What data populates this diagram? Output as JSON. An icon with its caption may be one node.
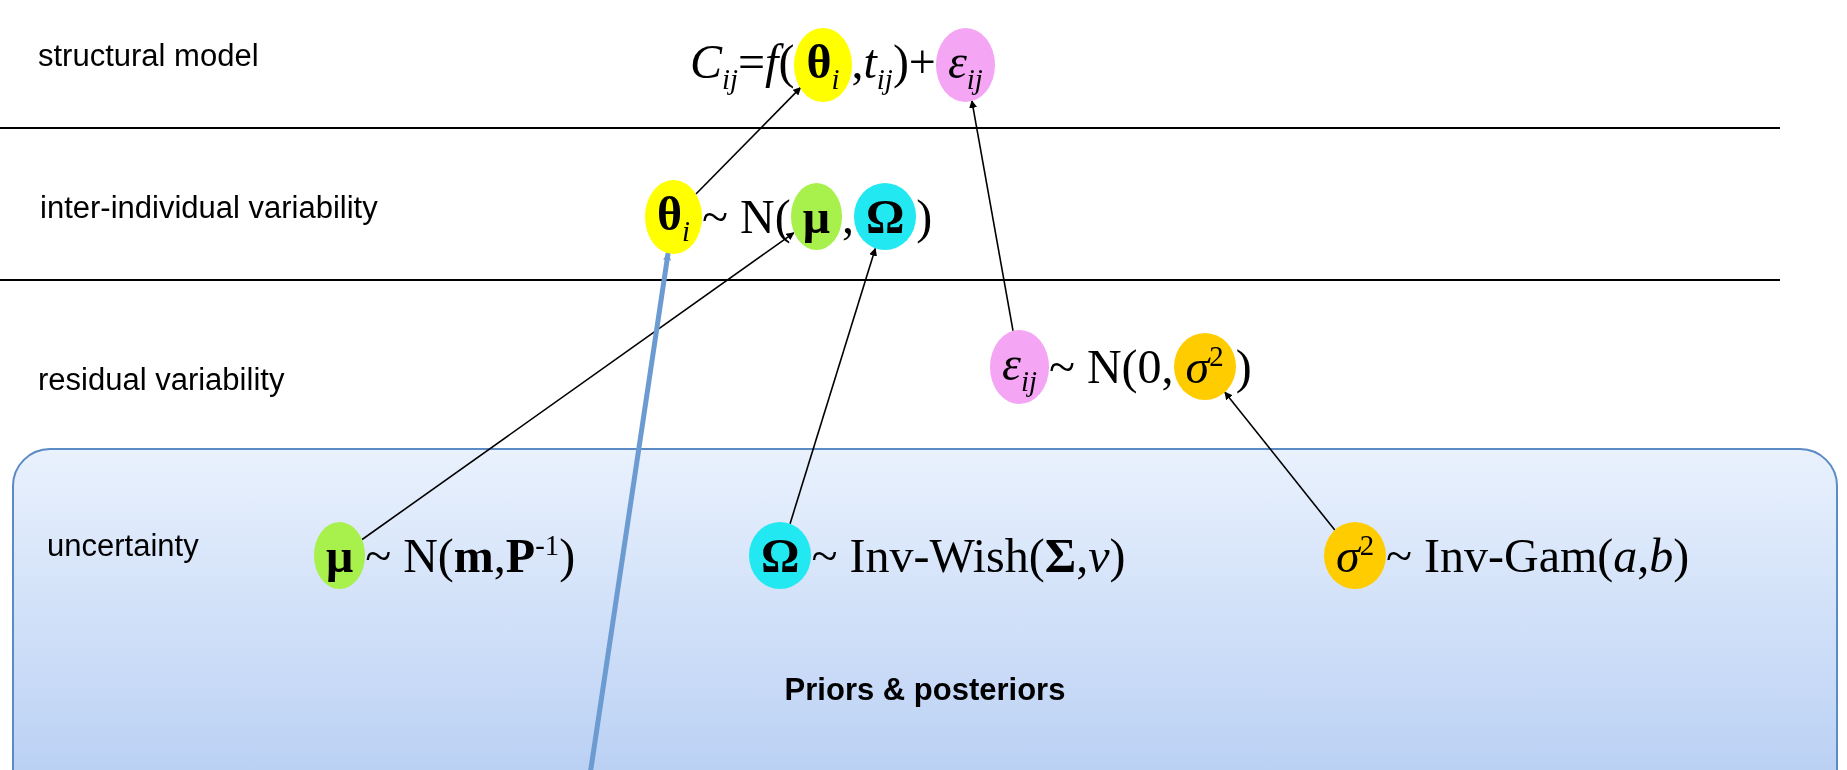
{
  "diagram": {
    "nodes": [
      {
        "text": [
          "**θ**$_{i}$"
        ]
      },
      {
        "text": [
          "*ε*$_{ij}$"
        ]
      },
      {
        "text": [
          "**θ**$_{i}$"
        ]
      },
      {
        "text": [
          "**μ**"
        ]
      },
      {
        "text": [
          "**Ω**"
        ]
      },
      {
        "text": [
          "*ε*$_{ij}$"
        ]
      },
      {
        "text": [
          "*σ*$^{2}$"
        ]
      },
      {
        "text": [
          "Priors & posteriors"
        ]
      },
      {
        "text": [
          "**μ**"
        ],
        "in": 7
      },
      {
        "text": [
          "**Ω**"
        ],
        "in": 7
      },
      {
        "text": [
          "*σ*$^{2}$"
        ],
        "in": 7
      }
    ],
    "edges": [
      {
        "from": 2,
        "to": 0,
        "arrow": "to"
      },
      {
        "from": 5,
        "to": 1,
        "arrow": "to"
      },
      {
        "from": 8,
        "to": 3,
        "arrow": "to"
      },
      {
        "from": 9,
        "to": 4,
        "arrow": "to"
      },
      {
        "from": 10,
        "to": 6,
        "arrow": "to"
      },
      {
        "from": null,
        "to": 2,
        "arrow": "to",
        "style": "thick",
        "color": "#6b9bd1"
      }
    ],
    "labels": [
      "structural model",
      "*C*$_{ij}$=*f*(",
      ",*t*$_{ij}$)+",
      "inter-individual variability",
      "~ N(",
      ",",
      ")",
      "residual variability",
      "~ N(0,",
      ")",
      "uncertainty",
      "~ N(**m**,**P**$^{-1}$)",
      "~ Inv-Wish(**Σ**,*v*)",
      "~ Inv-Gam(*a*,*b*)"
    ]
  }
}
